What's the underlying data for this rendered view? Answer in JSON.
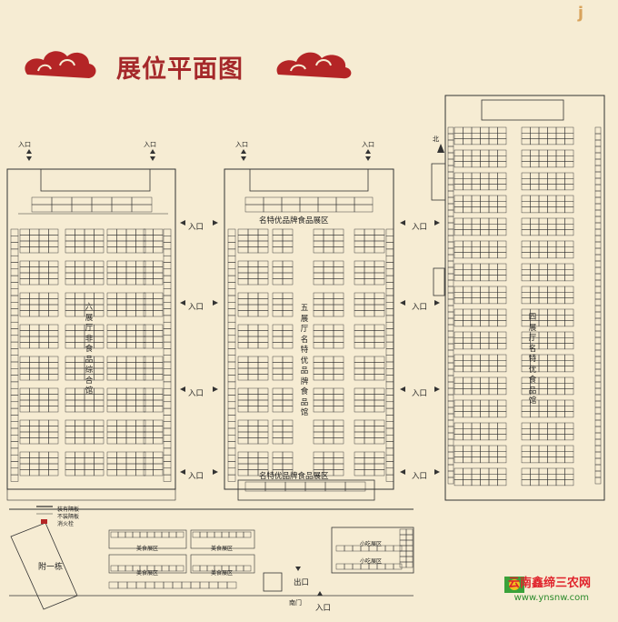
{
  "title": "展位平面图",
  "corner_mark": "j",
  "colors": {
    "title": "#a5282a",
    "lines": "#333333",
    "bg": "#f6ecd3"
  },
  "hall6": {
    "name": "六展厅非食品综合馆"
  },
  "hall5": {
    "name": "五展厅名特优品牌食品馆",
    "zone_label": "名特优品牌食品展区"
  },
  "hall4": {
    "name": "四展厅名特优食品馆",
    "north": "北"
  },
  "entrance": "入口",
  "exit": "出口",
  "south_gate": "南门",
  "building": "附一栋",
  "legend": [
    {
      "label": "装有隔板"
    },
    {
      "label": "不装隔板"
    },
    {
      "label": "消火栓"
    }
  ],
  "outdoor_zone": "美食展区",
  "snack_zone": "小吃展区",
  "watermark": {
    "name": "云南鑫缔三农网",
    "url": "www.ynsnw.com"
  }
}
